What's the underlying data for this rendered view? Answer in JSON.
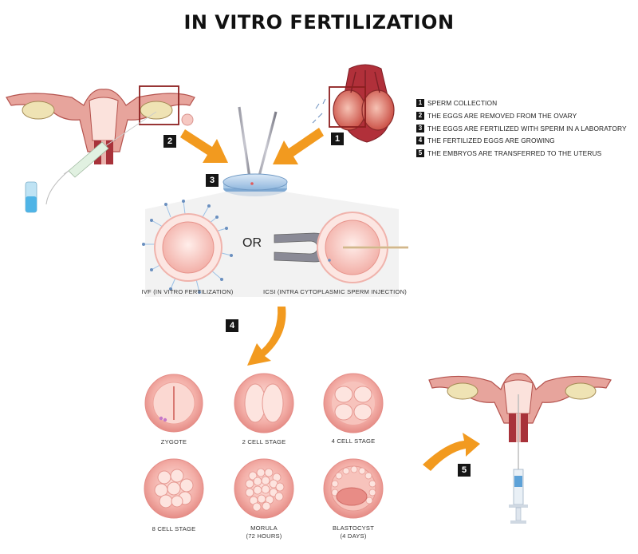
{
  "title": "IN VITRO FERTILIZATION",
  "legend": [
    {
      "num": "1",
      "text": "SPERM COLLECTION"
    },
    {
      "num": "2",
      "text": "THE EGGS ARE REMOVED FROM THE OVARY"
    },
    {
      "num": "3",
      "text": "THE EGGS ARE FERTILIZED WITH SPERM IN A LABORATORY"
    },
    {
      "num": "4",
      "text": "THE FERTILIZED EGGS ARE GROWING"
    },
    {
      "num": "5",
      "text": "THE EMBRYOS  ARE TRANSFERRED TO THE UTERUS"
    }
  ],
  "step_badges": {
    "s1": "1",
    "s2": "2",
    "s3": "3",
    "s4": "4",
    "s5": "5"
  },
  "methods": {
    "or_label": "OR",
    "ivf_label": "IVF (IN VITRO FERTILIZATION)",
    "icsi_label": "ICSI (INTRA CYTOPLASMIC SPERM INJECTION)"
  },
  "stages": {
    "zygote": {
      "name": "ZYGOTE"
    },
    "cell2": {
      "name": "2 CELL STAGE"
    },
    "cell4": {
      "name": "4 CELL STAGE"
    },
    "cell8": {
      "name": "8 CELL STAGE"
    },
    "morula": {
      "name": "MORULA",
      "detail": "(72 HOURS)"
    },
    "blastocyst": {
      "name": "BLASTOCYST",
      "detail": "(4 DAYS)"
    }
  },
  "colors": {
    "arrow_orange": "#f29a1f",
    "tissue_pink": "#e8a9a2",
    "tissue_dark": "#a8323a",
    "ovary_cream": "#efe3b4",
    "cell_pink": "#f4b4ad",
    "dish_blue": "#a9c9e6"
  }
}
